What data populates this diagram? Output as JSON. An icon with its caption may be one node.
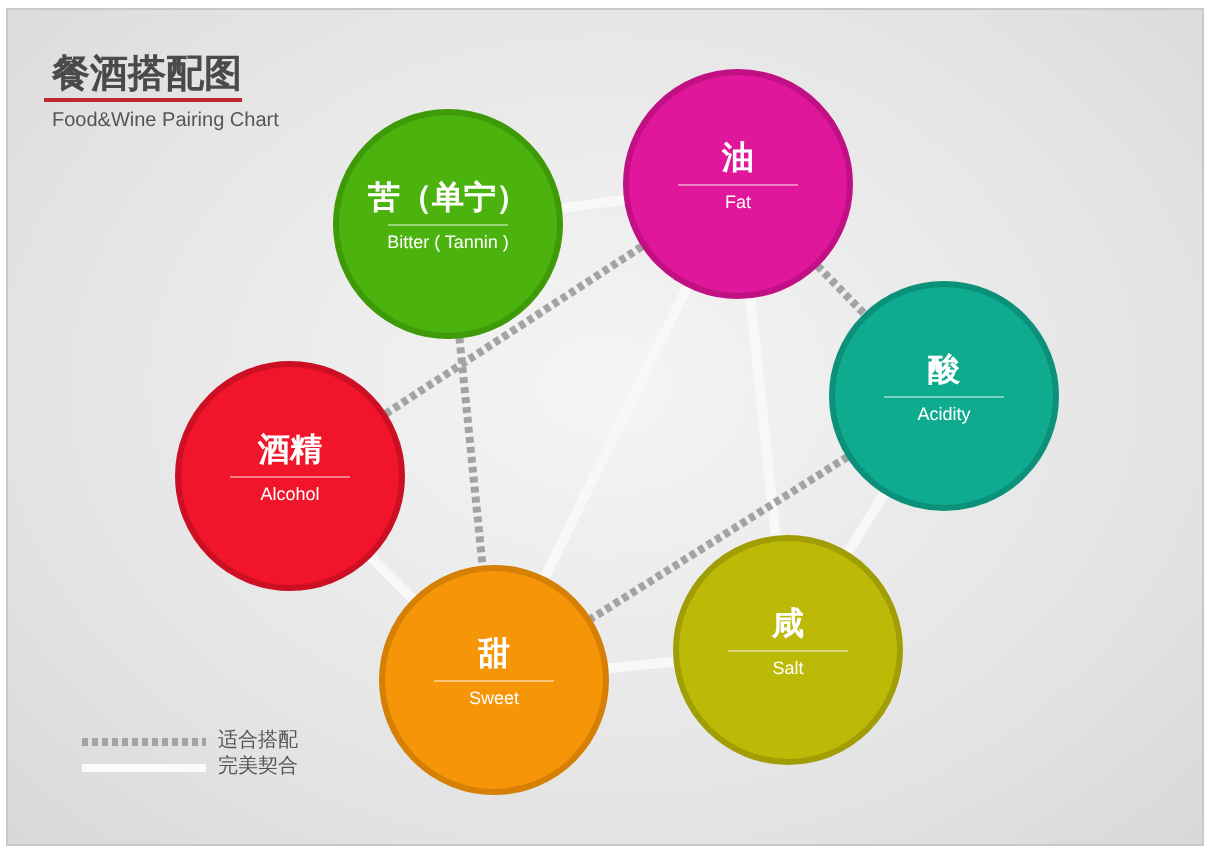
{
  "diagram": {
    "title": "餐酒搭配图",
    "nodes": [
      {
        "text": [
          "苦（单宁）",
          "Bitter ( Tannin )"
        ]
      },
      {
        "text": [
          "油",
          "Fat"
        ]
      },
      {
        "text": [
          "酸",
          "Acidity"
        ]
      },
      {
        "text": [
          "酒精",
          "Alcohol"
        ]
      },
      {
        "text": [
          "甜",
          "Sweet"
        ]
      },
      {
        "text": [
          "咸",
          "Salt"
        ]
      }
    ],
    "edges": [
      {
        "from": 0,
        "to": 1,
        "arrow": "none"
      },
      {
        "from": 1,
        "to": 2,
        "arrow": "none",
        "style": "dashed",
        "color": "#a3a3a3"
      },
      {
        "from": 3,
        "to": 1,
        "arrow": "none",
        "style": "dashed",
        "color": "#a3a3a3"
      },
      {
        "from": 0,
        "to": 4,
        "arrow": "none",
        "style": "dashed",
        "color": "#a3a3a3"
      },
      {
        "from": 1,
        "to": 4,
        "arrow": "none"
      },
      {
        "from": 1,
        "to": 5,
        "arrow": "none"
      },
      {
        "from": 2,
        "to": 4,
        "arrow": "none",
        "style": "dashed",
        "color": "#a3a3a3"
      },
      {
        "from": 2,
        "to": 5,
        "arrow": "none"
      },
      {
        "from": 3,
        "to": 4,
        "arrow": "none"
      },
      {
        "from": 4,
        "to": 5,
        "arrow": "none"
      }
    ],
    "labels": [
      "Food&Wine Pairing Chart"
    ],
    "legend": [
      {
        "text": "适合搭配"
      },
      {
        "text": "完美契合"
      }
    ]
  }
}
